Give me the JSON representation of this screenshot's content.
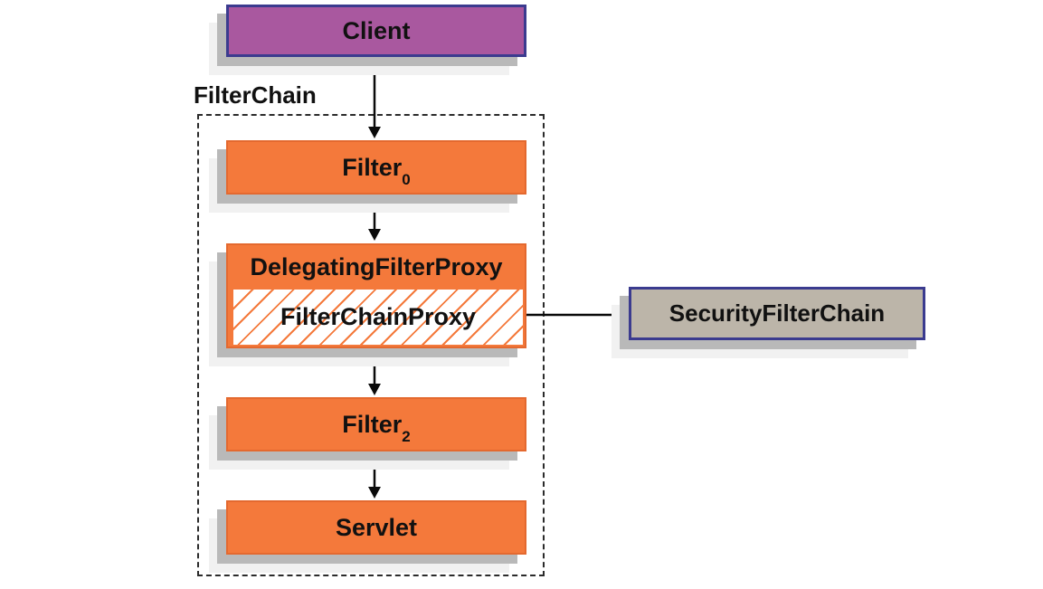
{
  "diagram": {
    "boundary_label": "FilterChain",
    "nodes": {
      "client": {
        "label": "Client"
      },
      "filter0": {
        "label": "Filter",
        "subscript": "0"
      },
      "delegating_filter_proxy": {
        "label": "DelegatingFilterProxy"
      },
      "filter_chain_proxy": {
        "label": "FilterChainProxy"
      },
      "filter2": {
        "label": "Filter",
        "subscript": "2"
      },
      "servlet": {
        "label": "Servlet"
      },
      "security_filter_chain": {
        "label": "SecurityFilterChain"
      }
    },
    "colors": {
      "node_orange": "#f4793b",
      "client_purple": "#a9589f",
      "security_chain_gray": "#bcb5a9",
      "navy_border": "#3b3b8f",
      "shadow_gray": "#b9b9b9",
      "hatch_orange": "#f4793b",
      "arrow_black": "#0a0a0a",
      "dashed_border": "#2b2b2b",
      "text_black": "#111111",
      "background": "#ffffff"
    }
  }
}
